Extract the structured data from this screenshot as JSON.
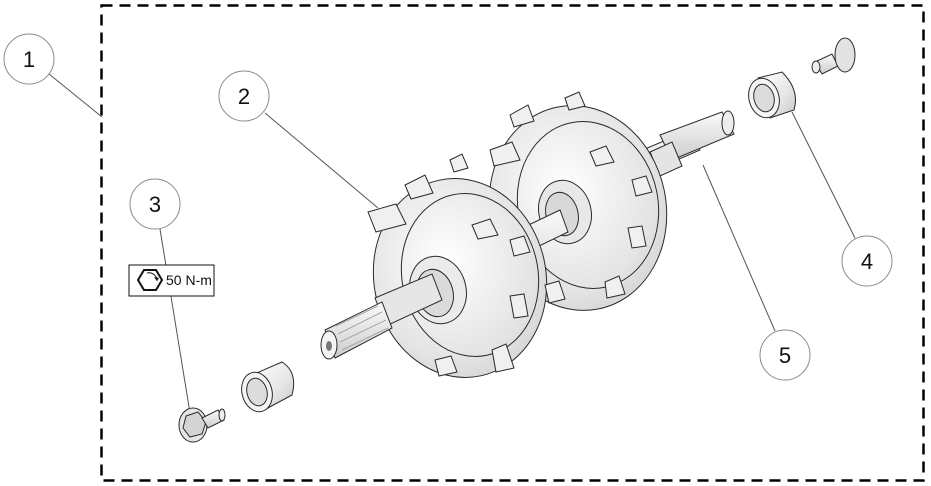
{
  "diagram": {
    "type": "exploded-parts-view",
    "border": {
      "style": "dashed",
      "color": "#000000"
    },
    "callouts": [
      {
        "id": "1",
        "label": "1",
        "target": "assembly-boundary"
      },
      {
        "id": "2",
        "label": "2",
        "target": "rotor-assembly"
      },
      {
        "id": "3",
        "label": "3",
        "target": "flange-bolt"
      },
      {
        "id": "4",
        "label": "4",
        "target": "bushing"
      },
      {
        "id": "5",
        "label": "5",
        "target": "splined-shaft"
      }
    ],
    "torque_spec": {
      "icon": "torque-hex-icon",
      "value": "50 N-m"
    },
    "parts": [
      {
        "name": "flange-bolt-left"
      },
      {
        "name": "bushing-left"
      },
      {
        "name": "rotor-assembly"
      },
      {
        "name": "bushing-right"
      },
      {
        "name": "flange-bolt-right"
      }
    ],
    "colors": {
      "part_fill": "#f2f2f2",
      "part_shade": "#d6d6d6",
      "outline": "#2a2a2a",
      "bubble_stroke": "#8a8a8a"
    }
  }
}
